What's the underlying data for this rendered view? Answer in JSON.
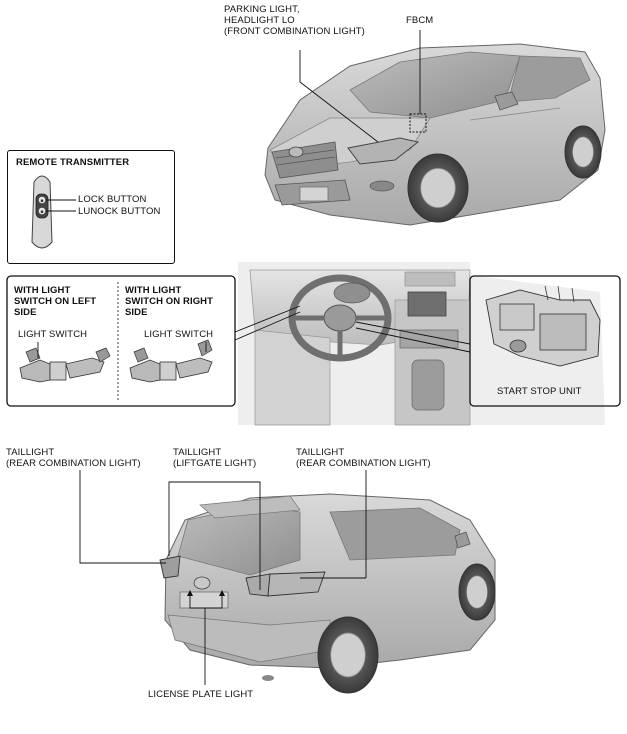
{
  "labels": {
    "parking_light": [
      "PARKING LIGHT,",
      "HEADLIGHT LO",
      "(FRONT COMBINATION LIGHT)"
    ],
    "fbcm": "FBCM",
    "remote_transmitter": "REMOTE TRANSMITTER",
    "lock_button": "LOCK BUTTON",
    "unlock_button": "LUNOCK BUTTON",
    "left_switch_heading": [
      "WITH LIGHT",
      "SWITCH ON LEFT",
      "SIDE"
    ],
    "right_switch_heading": [
      "WITH LIGHT",
      "SWITCH ON RIGHT",
      "SIDE"
    ],
    "light_switch_left": "LIGHT SWITCH",
    "light_switch_right": "LIGHT SWITCH",
    "start_stop_unit": "START STOP UNIT",
    "taillight_rear_left": [
      "TAILLIGHT",
      "(REAR COMBINATION LIGHT)"
    ],
    "taillight_liftgate": [
      "TAILLIGHT",
      "(LIFTGATE LIGHT)"
    ],
    "taillight_rear_right": [
      "TAILLIGHT",
      "(REAR COMBINATION LIGHT)"
    ],
    "license_plate_light": "LICENSE PLATE LIGHT"
  },
  "icons": [
    "car-front-icon",
    "car-rear-icon",
    "key-fob-icon",
    "dashboard-icon",
    "light-switch-icon",
    "start-stop-unit-icon"
  ]
}
